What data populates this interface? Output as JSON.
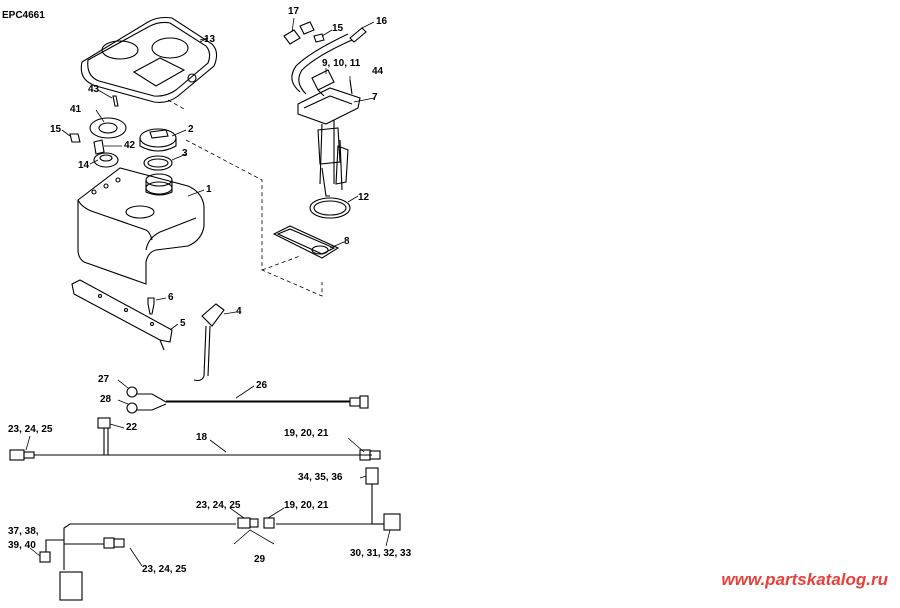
{
  "diagram": {
    "code": "EPC4661",
    "watermark": "www.partskatalog.ru",
    "callouts": {
      "c1": "1",
      "c2": "2",
      "c3": "3",
      "c4": "4",
      "c5": "5",
      "c6": "6",
      "c7": "7",
      "c8": "8",
      "c9_11": "9, 10, 11",
      "c12": "12",
      "c13": "13",
      "c14": "14",
      "c15a": "15",
      "c15b": "15",
      "c16": "16",
      "c17": "17",
      "c18": "18",
      "c19_21a": "19, 20, 21",
      "c19_21b": "19, 20, 21",
      "c22": "22",
      "c23_25a": "23, 24, 25",
      "c23_25b": "23, 24, 25",
      "c23_25c": "23, 24, 25",
      "c26": "26",
      "c27": "27",
      "c28": "28",
      "c29": "29",
      "c30_33": "30, 31, 32, 33",
      "c34_36": "34, 35, 36",
      "c37_38": "37, 38,",
      "c39_40": "39, 40",
      "c41": "41",
      "c42": "42",
      "c43": "43",
      "c44": "44"
    }
  }
}
